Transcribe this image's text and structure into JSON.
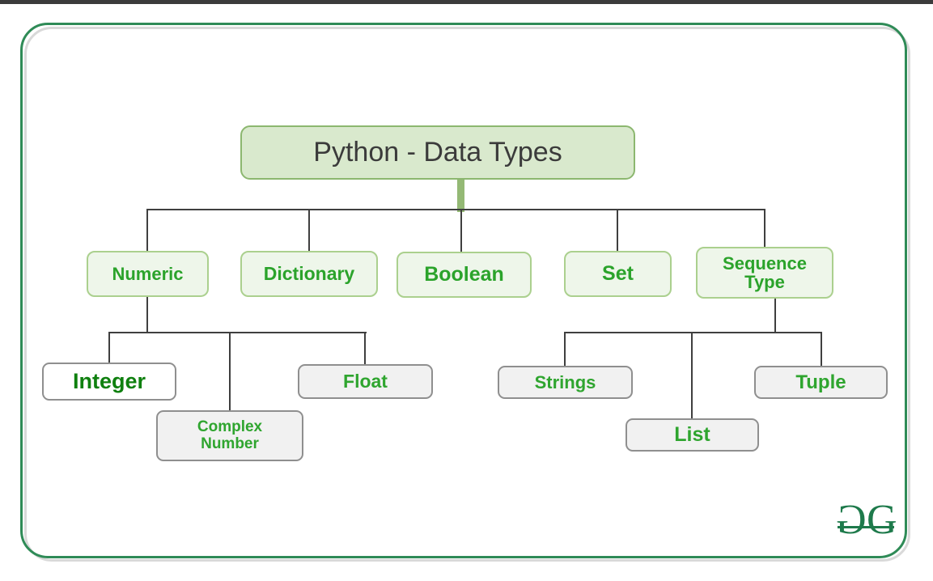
{
  "diagram": {
    "root": {
      "label": "Python - Data Types"
    },
    "categories": [
      {
        "label": "Numeric"
      },
      {
        "label": "Dictionary"
      },
      {
        "label": "Boolean"
      },
      {
        "label": "Set"
      },
      {
        "label": "Sequence Type"
      }
    ],
    "numeric_children": [
      {
        "label": "Integer"
      },
      {
        "label": "Complex Number"
      },
      {
        "label": "Float"
      }
    ],
    "sequence_children": [
      {
        "label": "Strings"
      },
      {
        "label": "List"
      },
      {
        "label": "Tuple"
      }
    ]
  },
  "logo": {
    "left_letter": "G",
    "right_letter": "G"
  },
  "colors": {
    "frame_border": "#2f8b57",
    "frame_shadow": "#d9d9d9",
    "top_bar": "#3b3b3b",
    "root_fill": "#d9e9cd",
    "root_border": "#8cb76f",
    "root_text": "#3b3b3b",
    "category_fill": "#eef6ea",
    "category_border": "#abd08e",
    "category_text": "#2ba32b",
    "leaf_fill": "#f1f1f1",
    "leaf_border": "#8f8f8f",
    "leaf_text": "#2fa52f",
    "integer_fill": "#ffffff",
    "integer_text": "#0f800f",
    "connector": "#3f3f3f",
    "root_connector": "#94b975",
    "logo_green": "#1e7a4b"
  }
}
